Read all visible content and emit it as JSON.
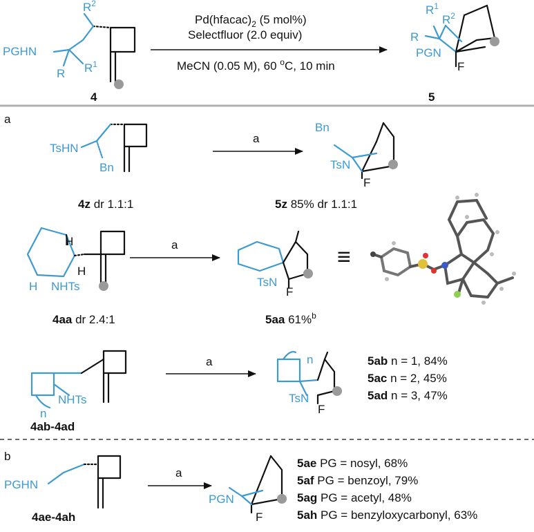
{
  "general": {
    "substrate_label": "4",
    "product_label": "5",
    "reagent_line1": "Pd(hfacac)",
    "reagent_line1_sub": "2",
    "reagent_line1_tail": " (5 mol%)",
    "reagent_line2": "Selectfluor (2.0 equiv)",
    "condition_pre": "MeCN (0.05 M), 60 ",
    "condition_deg": "o",
    "condition_post": "C, 10 min",
    "r1": "R",
    "r1_sup": "1",
    "r2": "R",
    "r2_sup": "2",
    "r": "R",
    "pghn": "PGHN",
    "pgn": "PGN",
    "f": "F"
  },
  "section_a": {
    "label": "a",
    "arrow_label": "a",
    "row1": {
      "substrate_amine": "TsHN",
      "substrate_sub": "Bn",
      "product_sub": "Bn",
      "product_n": "TsN",
      "product_f": "F",
      "substrate_label": "4z",
      "substrate_dr": " dr 1.1:1",
      "product_label": "5z",
      "product_yield": " 85% dr 1.1:1"
    },
    "row2": {
      "h1": "H",
      "h2": "H",
      "h3": "H",
      "amine": "NHTs",
      "product_n": "TsN",
      "product_f": "F",
      "equiv_symbol": "≡",
      "substrate_label": "4aa",
      "substrate_dr": " dr 2.4:1",
      "product_label": "5aa",
      "product_yield": " 61%",
      "product_yield_sup": "b"
    },
    "row3": {
      "n_sub": "n",
      "amine": "NHTs",
      "product_n_sub": "n",
      "product_n": "TsN",
      "product_f": "F",
      "substrate_label": "4ab-4ad",
      "results": [
        {
          "label": "5ab",
          "text": " n = 1, 84%"
        },
        {
          "label": "5ac",
          "text": " n = 2, 45%"
        },
        {
          "label": "5ad",
          "text": " n = 3, 47%"
        }
      ]
    }
  },
  "section_b": {
    "label": "b",
    "arrow_label": "a",
    "substrate_amine": "PGHN",
    "product_n": "PGN",
    "product_f": "F",
    "substrate_label": "4ae-4ah",
    "results": [
      {
        "label": "5ae",
        "text": " PG = nosyl, 68%"
      },
      {
        "label": "5af",
        "text": " PG = benzoyl, 79%"
      },
      {
        "label": "5ag",
        "text": " PG = acetyl, 48%"
      },
      {
        "label": "5ah",
        "text": " PG = benzyloxycarbonyl, 63%"
      }
    ]
  }
}
